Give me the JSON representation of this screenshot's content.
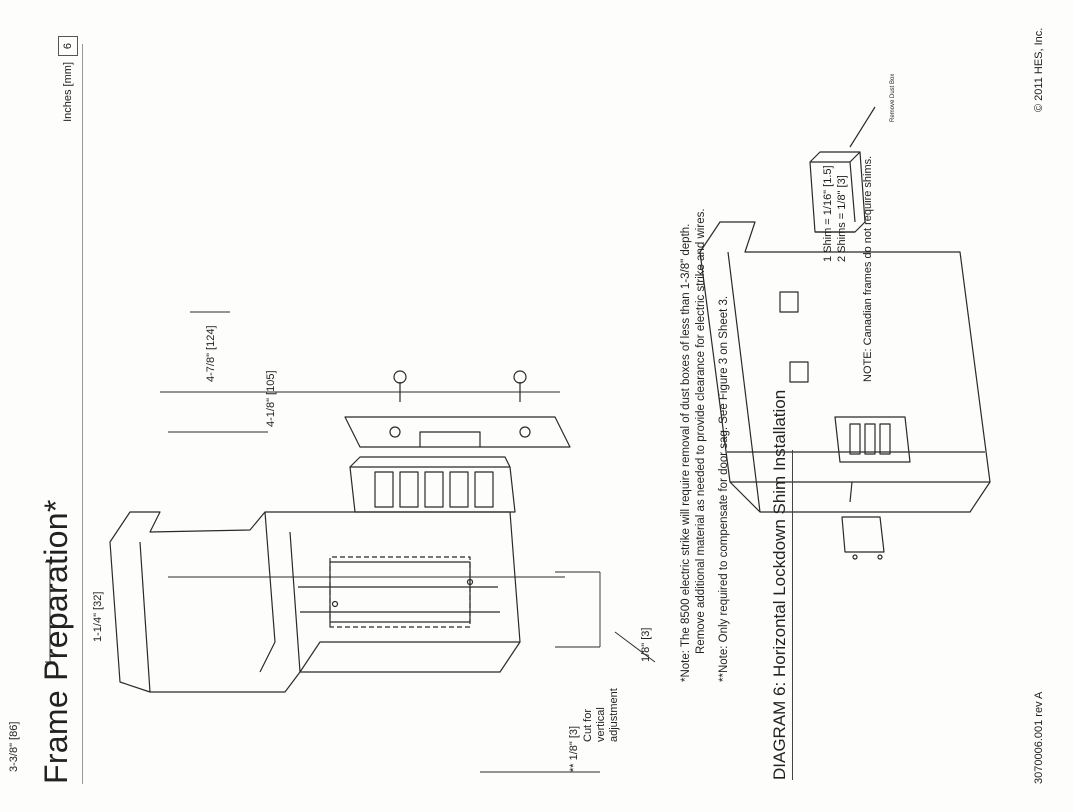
{
  "title": "Frame Preparation*",
  "units_label": "Inches [mm]",
  "page_number": "6",
  "dimensions": {
    "d1": "1-1/4\" [32]",
    "d2": "4-7/8\" [124]",
    "d3": "4-1/8\" [105]",
    "d4": "3-3/8\" [86]",
    "d5": "** 1/8\" [3]",
    "d5_caption": [
      "Cut for",
      "vertical",
      "adjustment"
    ],
    "d6": "1/8\" [3]"
  },
  "callout_remove_dust_box": "Remove Dust Box",
  "notes": [
    "*Note: The 8500 electric strike will require removal of dust boxes of less than 1-3/8\" depth.",
    "Remove additional material as needed to provide clearance for electric strike and wires.",
    "**Note: Only required to compensate for door sag. See Figure 3 on Sheet 3."
  ],
  "diagram6": {
    "title": "DIAGRAM 6: Horizontal Lockdown Shim Installation",
    "shims": [
      "1 Shim  = 1/16\" [1.5]",
      "2 Shims = 1/8\" [3]"
    ],
    "note": "NOTE: Canadian frames do not require shims."
  },
  "footer": {
    "doc_number": "3070006.001 rev A",
    "copyright": "© 2011 HES, Inc."
  }
}
